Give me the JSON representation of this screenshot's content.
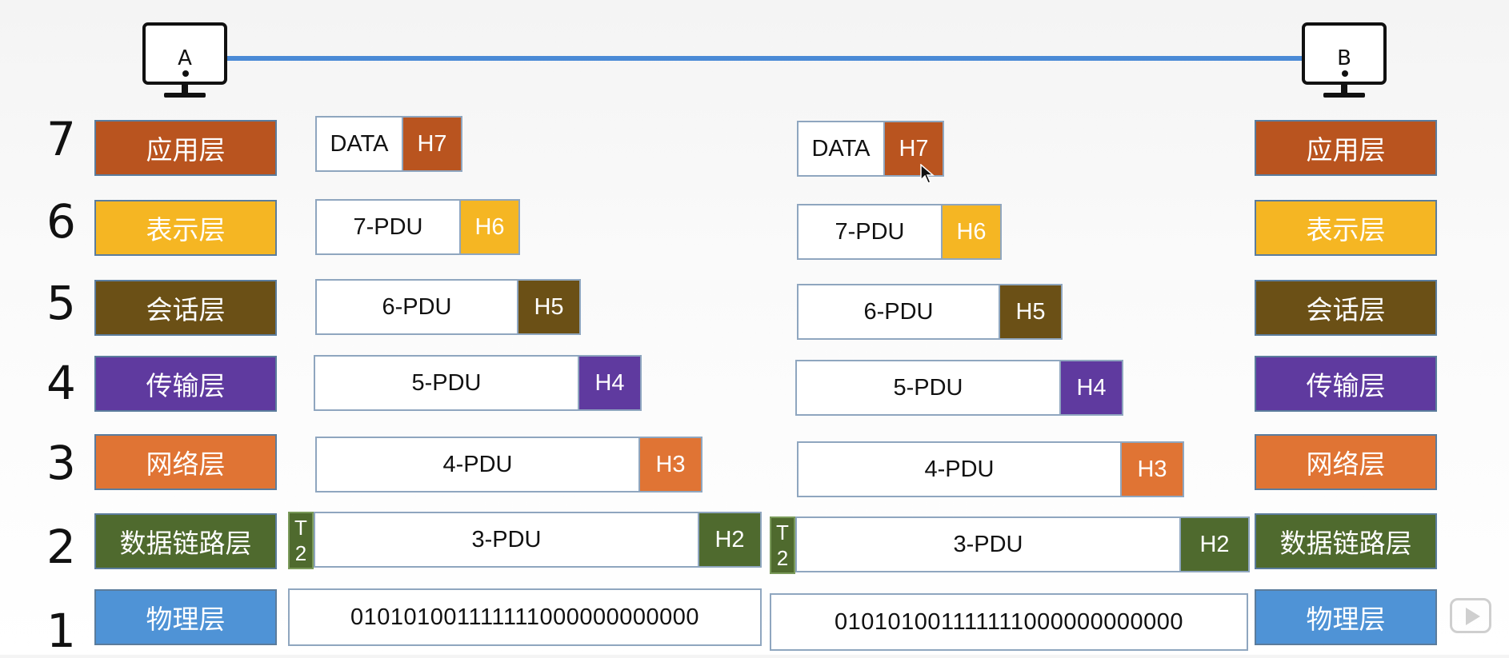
{
  "hosts": {
    "left": "A",
    "right": "B"
  },
  "colors": {
    "link": "#4a8ad6",
    "application": "#b9541f",
    "presentation": "#f5b623",
    "session": "#6b5016",
    "transport": "#5f3a9f",
    "network": "#e07434",
    "datalink": "#4f6a2e",
    "physical": "#4f93d6"
  },
  "layers": [
    {
      "num": "7",
      "name": "应用层",
      "color": "#b9541f"
    },
    {
      "num": "6",
      "name": "表示层",
      "color": "#f5b623"
    },
    {
      "num": "5",
      "name": "会话层",
      "color": "#6b5016"
    },
    {
      "num": "4",
      "name": "传输层",
      "color": "#5f3a9f"
    },
    {
      "num": "3",
      "name": "网络层",
      "color": "#e07434"
    },
    {
      "num": "2",
      "name": "数据链路层",
      "color": "#4f6a2e"
    },
    {
      "num": "1",
      "name": "物理层",
      "color": "#4f93d6"
    }
  ],
  "stacks": {
    "sender": [
      {
        "body": "DATA",
        "header": "H7",
        "color": "#b9541f"
      },
      {
        "body": "7-PDU",
        "header": "H6",
        "color": "#f5b623"
      },
      {
        "body": "6-PDU",
        "header": "H5",
        "color": "#6b5016"
      },
      {
        "body": "5-PDU",
        "header": "H4",
        "color": "#5f3a9f"
      },
      {
        "body": "4-PDU",
        "header": "H3",
        "color": "#e07434"
      },
      {
        "body": "3-PDU",
        "header": "H2",
        "color": "#4f6a2e",
        "trailer": [
          "T",
          "2"
        ]
      },
      {
        "bits": "010101001111111000000000000"
      }
    ],
    "receiver": [
      {
        "body": "DATA",
        "header": "H7",
        "color": "#b9541f"
      },
      {
        "body": "7-PDU",
        "header": "H6",
        "color": "#f5b623"
      },
      {
        "body": "6-PDU",
        "header": "H5",
        "color": "#6b5016"
      },
      {
        "body": "5-PDU",
        "header": "H4",
        "color": "#5f3a9f"
      },
      {
        "body": "4-PDU",
        "header": "H3",
        "color": "#e07434"
      },
      {
        "body": "3-PDU",
        "header": "H2",
        "color": "#4f6a2e",
        "trailer": [
          "T",
          "2"
        ]
      },
      {
        "bits": "010101001111111000000000000"
      }
    ]
  },
  "icons": {
    "cursor": "mouse-pointer-icon",
    "player": "play-button-icon"
  }
}
